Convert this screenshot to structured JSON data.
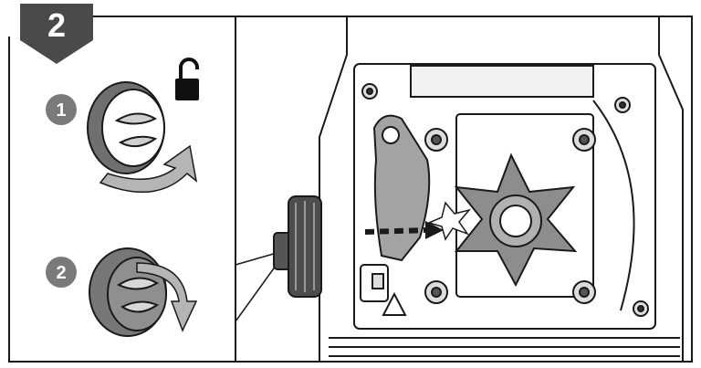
{
  "step": {
    "number": "2",
    "badge_color": "#4a4a4a"
  },
  "sub_steps": [
    {
      "number": "1",
      "icon": "unlock-padlock-icon",
      "action": "rotate-counterclockwise"
    },
    {
      "number": "2",
      "icon": "",
      "action": "rotate-clockwise"
    }
  ],
  "colors": {
    "line": "#1a1a1a",
    "knob_gray": "#8a8a8a",
    "part_gray": "#9a9a9a",
    "badge_circle": "#7a7a7a",
    "arrow_gray": "#b5b5b5"
  }
}
